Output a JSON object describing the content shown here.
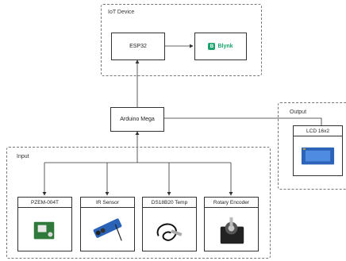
{
  "groups": {
    "iot": {
      "label": "IoT Device"
    },
    "output": {
      "label": "Output"
    },
    "input": {
      "label": "Input"
    }
  },
  "nodes": {
    "esp32": "ESP32",
    "blynk": "Blynk",
    "arduino": "Arduino Mega",
    "lcd": "LCD 16x2"
  },
  "sensors": [
    {
      "label": "PZEM-004T"
    },
    {
      "label": "IR Sensor"
    },
    {
      "label": "DS18B20 Temp"
    },
    {
      "label": "Rotary Encoder"
    }
  ],
  "colors": {
    "blynk": "#1aa36f",
    "board": "#2a63b8"
  }
}
